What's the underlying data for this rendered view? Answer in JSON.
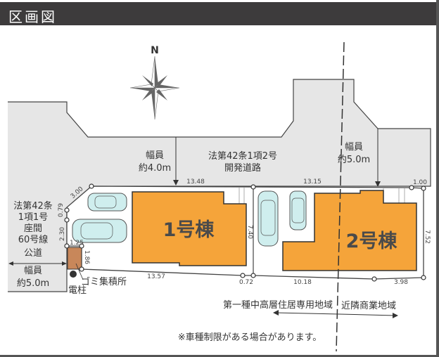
{
  "header": {
    "title": "区画図"
  },
  "compass": {
    "north_label": "N",
    "icon": "compass-rose-icon"
  },
  "colors": {
    "building": "#f5a43a",
    "road": "#e6e6e6",
    "garbage": "#c8875a",
    "car": "#cfeeee",
    "header": "#3d3b3c"
  },
  "roads": {
    "north_width": [
      "幅員",
      "約4.0m"
    ],
    "north_type": [
      "法第42条1項2号",
      "開発道路"
    ],
    "northeast_width": [
      "幅員",
      "約5.0m"
    ],
    "west_type": [
      "法第42条",
      "1項1号",
      "座間",
      "60号線",
      "公道"
    ],
    "west_width": [
      "幅員",
      "約5.0m"
    ]
  },
  "buildings": [
    "1号棟",
    "2号棟"
  ],
  "facilities": {
    "garbage": "ゴミ集積所",
    "pole": "電柱"
  },
  "dimensions": {
    "d1": "13.48",
    "d2": "13.15",
    "d3": "1.00",
    "d4": "3.00",
    "d5": "0.79",
    "d6": "2.30",
    "d7": "1.25",
    "d8": "1.86",
    "d9": "13.57",
    "d10": "0.72",
    "d11": "10.18",
    "d12": "3.98",
    "d13": "7.52",
    "d14": "7.40"
  },
  "zones": {
    "left": "第一種中高層住居専用地域",
    "right": "近隣商業地域"
  },
  "note": "※車種制限がある場合があります。"
}
